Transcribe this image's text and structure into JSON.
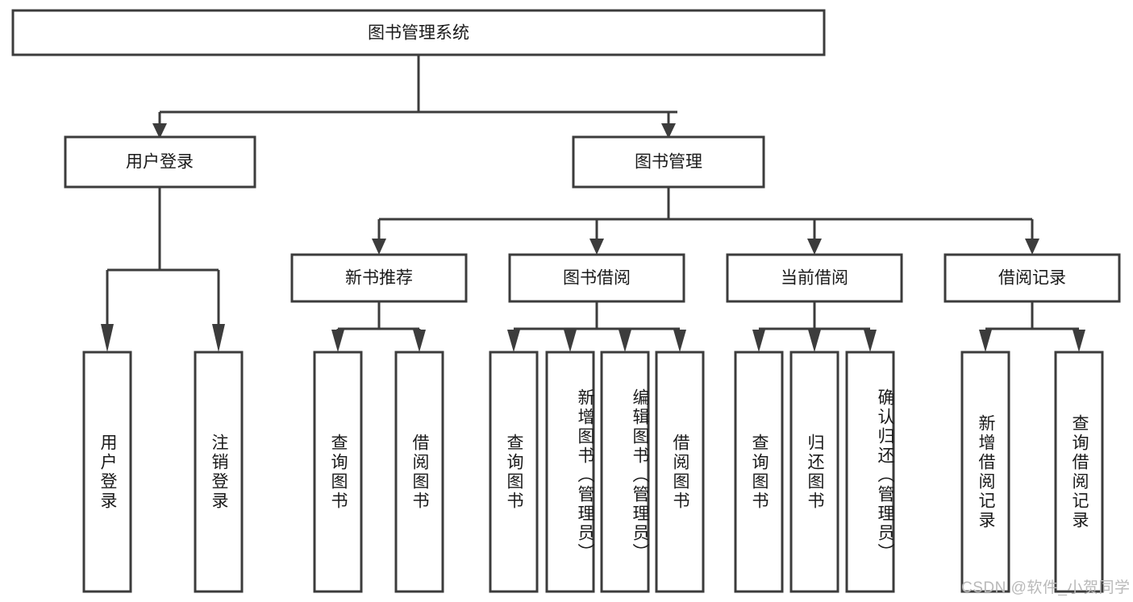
{
  "diagram": {
    "title": "图书管理系统",
    "type": "hierarchy-tree",
    "root": {
      "id": "root",
      "label": "图书管理系统",
      "orientation": "horizontal"
    },
    "level2": [
      {
        "id": "user-login",
        "label": "用户登录",
        "orientation": "horizontal"
      },
      {
        "id": "book-manage",
        "label": "图书管理",
        "orientation": "horizontal"
      }
    ],
    "level3": [
      {
        "id": "new-book-recommend",
        "label": "新书推荐",
        "orientation": "horizontal"
      },
      {
        "id": "book-borrow",
        "label": "图书借阅",
        "orientation": "horizontal"
      },
      {
        "id": "current-borrow",
        "label": "当前借阅",
        "orientation": "horizontal"
      },
      {
        "id": "borrow-record",
        "label": "借阅记录",
        "orientation": "horizontal"
      }
    ],
    "leaves": [
      {
        "id": "leaf-user-login",
        "label": "用户登录",
        "parent": "user-login",
        "orientation": "vertical"
      },
      {
        "id": "leaf-logout",
        "label": "注销登录",
        "parent": "user-login",
        "orientation": "vertical"
      },
      {
        "id": "leaf-query-book-1",
        "label": "查询图书",
        "parent": "new-book-recommend",
        "orientation": "vertical"
      },
      {
        "id": "leaf-borrow-book-1",
        "label": "借阅图书",
        "parent": "new-book-recommend",
        "orientation": "vertical"
      },
      {
        "id": "leaf-query-book-2",
        "label": "查询图书",
        "parent": "book-borrow",
        "orientation": "vertical"
      },
      {
        "id": "leaf-add-book",
        "label": "新增图书（管理员）",
        "parent": "book-borrow",
        "orientation": "vertical"
      },
      {
        "id": "leaf-edit-book",
        "label": "编辑图书（管理员）",
        "parent": "book-borrow",
        "orientation": "vertical"
      },
      {
        "id": "leaf-borrow-book-2",
        "label": "借阅图书",
        "parent": "book-borrow",
        "orientation": "vertical"
      },
      {
        "id": "leaf-query-book-3",
        "label": "查询图书",
        "parent": "current-borrow",
        "orientation": "vertical"
      },
      {
        "id": "leaf-return-book",
        "label": "归还图书",
        "parent": "current-borrow",
        "orientation": "vertical"
      },
      {
        "id": "leaf-confirm-return",
        "label": "确认归还（管理员）",
        "parent": "current-borrow",
        "orientation": "vertical"
      },
      {
        "id": "leaf-add-record",
        "label": "新增借阅记录",
        "parent": "borrow-record",
        "orientation": "vertical"
      },
      {
        "id": "leaf-query-record",
        "label": "查询借阅记录",
        "parent": "borrow-record",
        "orientation": "vertical"
      }
    ],
    "watermark": "CSDN @软件_小贺同学",
    "colors": {
      "stroke": "#3c3c3c",
      "fill": "#ffffff",
      "text": "#1a1a1a",
      "watermark": "#b9b9b9"
    }
  }
}
